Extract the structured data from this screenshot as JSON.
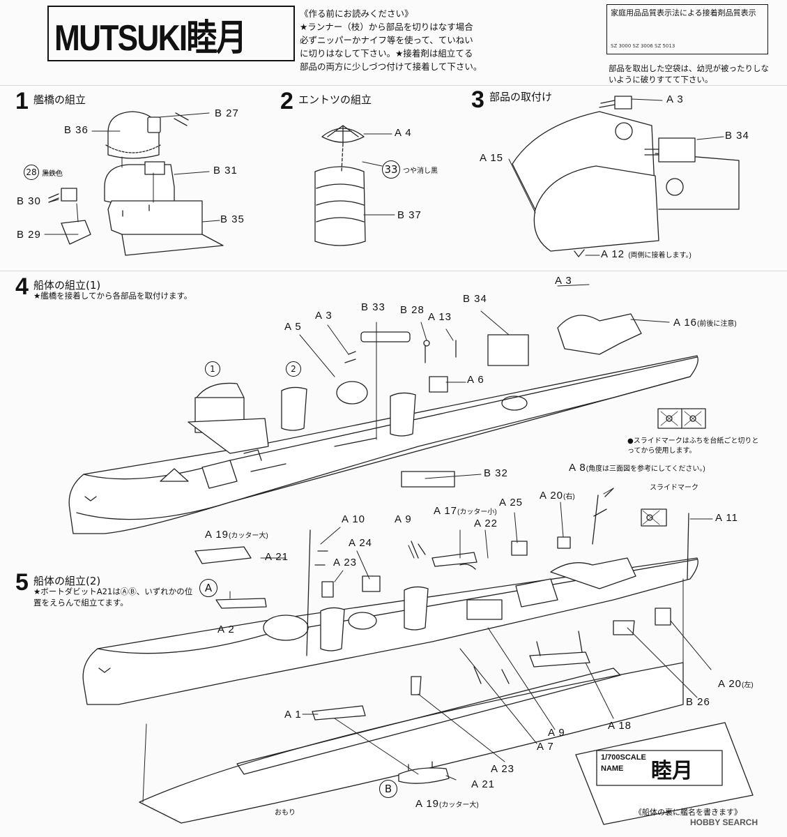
{
  "header": {
    "title": "MUTSUKI睦月",
    "notes": [
      "《作る前にお読みください》",
      "★ランナー（枝）から部品を切りはなす場合",
      "必ずニッパーかナイフ等を使って、ていねい",
      "に切りはなして下さい。★接着剤は組立てる",
      "部品の両方に少しづつ付けて接着して下さい。"
    ],
    "law_title": "家庭用品品質表示法による接着剤品質表示",
    "law_codes": "SZ 3000   SZ 3006   SZ 5013",
    "warning": "部品を取出した空袋は、幼児が被ったりしないように破りすてて下さい。"
  },
  "steps": {
    "s1": {
      "num": "1",
      "title": "艦橋の組立"
    },
    "s2": {
      "num": "2",
      "title": "エントツの組立"
    },
    "s3": {
      "num": "3",
      "title": "部品の取付け"
    },
    "s4": {
      "num": "4",
      "title": "船体の組立(1)",
      "note": "★艦橋を接着してから各部品を取付けます。"
    },
    "s5": {
      "num": "5",
      "title": "船体の組立(2)",
      "note": "★ボートダビットA21はⒶⒷ、いずれかの位置をえらんで組立てます。"
    }
  },
  "labels": {
    "b36": "B 36",
    "b27": "B 27",
    "b31": "B 31",
    "c28": "28",
    "c28_note": "黒鉄色",
    "b30": "B 30",
    "b35": "B 35",
    "b29": "B 29",
    "a4": "A 4",
    "c33": "33",
    "c33_note": "つや消し黒",
    "b37": "B 37",
    "a3_s3": "A 3",
    "b34_s3": "B 34",
    "a15": "A 15",
    "a12": "A 12",
    "a12_note": "(両側に接着します。)",
    "a3_s4a": "A 3",
    "a3_s4b": "A 3",
    "a5": "A 5",
    "b33": "B 33",
    "b28": "B 28",
    "a13": "A 13",
    "b34_s4": "B 34",
    "a16": "A 16",
    "a16_note": "(前後に注意)",
    "a6": "A 6",
    "b32": "B 32",
    "c1": "1",
    "c2": "2",
    "slide_note": "●スライドマークはふちを台紙ごと切りとってから使用します。",
    "a8": "A 8",
    "a8_note": "(角度は三面図を参考にしてください。)",
    "slide_mark": "スライドマーク",
    "a11": "A 11",
    "a19_top": "A 19",
    "a19_top_note": "(カッター大)",
    "a21_top": "A 21",
    "circA": "A",
    "a2": "A 2",
    "a10": "A 10",
    "a9_top": "A 9",
    "a17": "A 17",
    "a17_note": "(カッター小)",
    "a22": "A 22",
    "a25": "A 25",
    "a20r": "A 20",
    "a20r_note": "(右)",
    "a24": "A 24",
    "a23_top": "A 23",
    "a20l": "A 20",
    "a20l_note": "(左)",
    "b26": "B 26",
    "a18": "A 18",
    "a1": "A 1",
    "a9_bot": "A 9",
    "a7": "A 7",
    "a23_bot": "A 23",
    "a21_bot": "A 21",
    "circB": "B",
    "a19_bot": "A 19",
    "a19_bot_note": "(カッター大)",
    "omori": "おもり"
  },
  "nameplate": {
    "scale": "1/700SCALE",
    "name_label": "NAME",
    "name": "睦月",
    "caption": "《船体の裏に艦名を書きます》"
  },
  "watermark": "HOBBY SEARCH"
}
